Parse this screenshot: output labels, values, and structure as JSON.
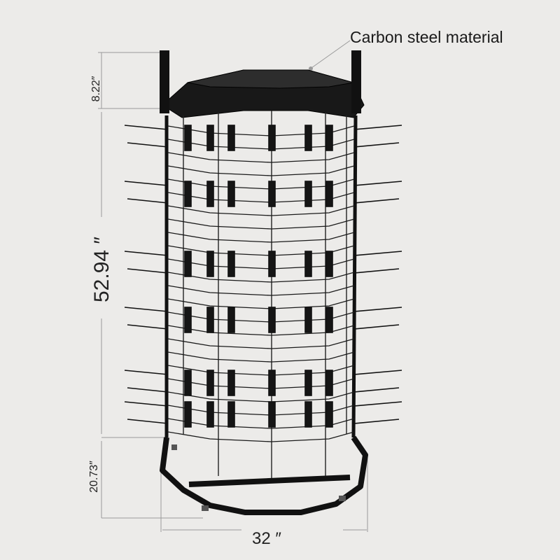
{
  "callout": {
    "text": "Carbon steel material"
  },
  "dimensions": {
    "top_height": "8.22″",
    "body_height": "52.94 ″",
    "base_height": "20.73″",
    "width": "32 ″"
  },
  "colors": {
    "background": "#ecebe9",
    "steel": "#141414",
    "dimension_line": "#9a9a9a"
  },
  "product": "spinner wire display rack"
}
